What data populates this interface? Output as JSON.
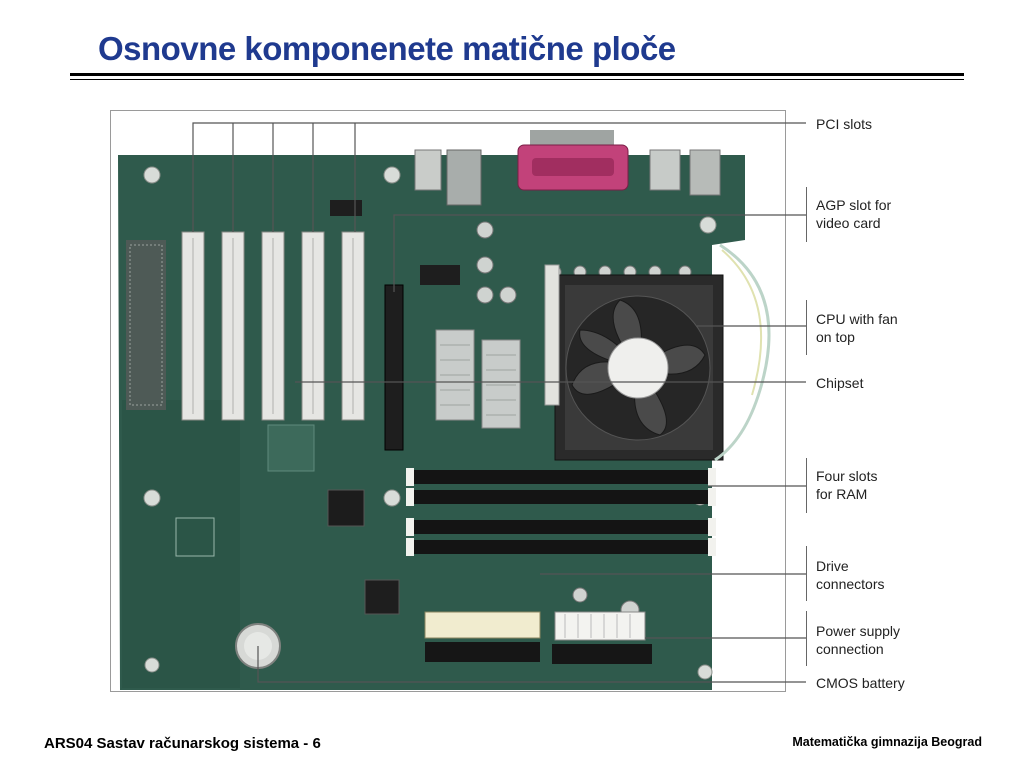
{
  "slide": {
    "title": "Osnovne komponenete matične ploče",
    "footer_left": "ARS04 Sastav računarskog sistema - 6",
    "footer_right": "Matematička gimnazija Beograd"
  },
  "labels": [
    {
      "line1": "PCI slots",
      "line2": ""
    },
    {
      "line1": "AGP slot for",
      "line2": "video card"
    },
    {
      "line1": "CPU with fan",
      "line2": "on top"
    },
    {
      "line1": "Chipset",
      "line2": ""
    },
    {
      "line1": "Four slots",
      "line2": "for RAM"
    },
    {
      "line1": "Drive",
      "line2": "connectors"
    },
    {
      "line1": "Power supply",
      "line2": "connection"
    },
    {
      "line1": "CMOS battery",
      "line2": ""
    }
  ],
  "colors": {
    "title": "#1f3a8f",
    "board": "#2f5a4c",
    "parallel_port": "#c2427a",
    "leader_line": "#555555"
  },
  "icons": {
    "cpu_fan": "fan-icon",
    "cmos_battery": "coin-cell-icon"
  }
}
